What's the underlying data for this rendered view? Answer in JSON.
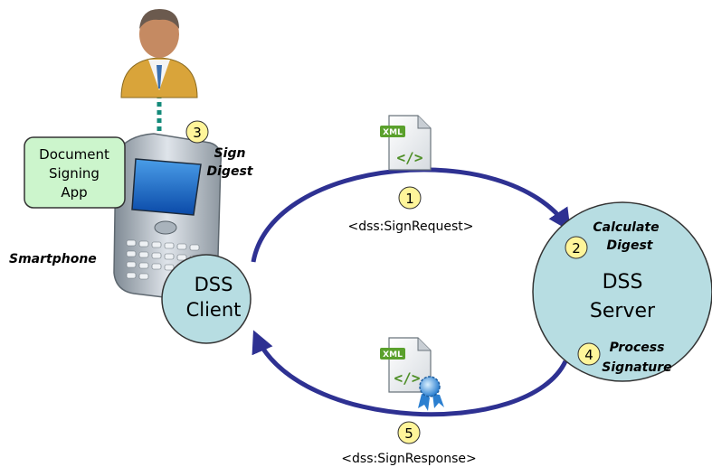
{
  "person": {
    "icon": "person-icon"
  },
  "phone": {
    "label": "Smartphone",
    "icon": "smartphone-icon"
  },
  "app": {
    "line1": "Document",
    "line2": "Signing",
    "line3": "App"
  },
  "client": {
    "line1": "DSS",
    "line2": "Client"
  },
  "server": {
    "line1": "DSS",
    "line2": "Server"
  },
  "steps": {
    "s1": {
      "number": "1",
      "label": "<dss:SignRequest>"
    },
    "s2": {
      "number": "2",
      "line1": "Calculate",
      "line2": "Digest"
    },
    "s3": {
      "number": "3",
      "line1": "Sign",
      "line2": "Digest"
    },
    "s4": {
      "number": "4",
      "line1": "Process",
      "line2": "Signature"
    },
    "s5": {
      "number": "5",
      "label": "<dss:SignResponse>"
    }
  },
  "xml_badge": "XML",
  "xml_glyph": "</>",
  "colors": {
    "arrow": "#2e3192",
    "circle_fill": "#b7dde2",
    "app_box": "#ccf5cc",
    "step_badge": "#fff59a",
    "dotted_link": "#138a7a"
  }
}
